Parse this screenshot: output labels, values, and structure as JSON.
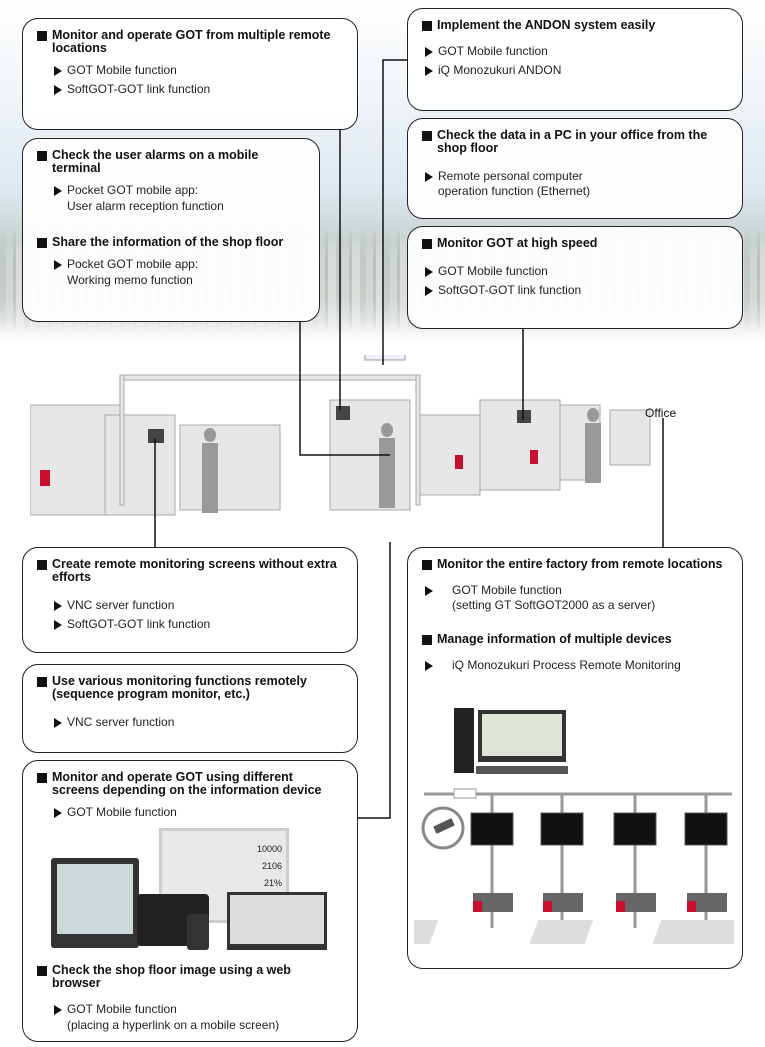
{
  "boxes": {
    "remote_locations": {
      "title": "Monitor and operate GOT from multiple remote locations",
      "items": [
        "GOT Mobile function",
        "SoftGOT-GOT link function"
      ]
    },
    "user_alarms": {
      "title": "Check the user alarms on a mobile terminal",
      "items": [
        "Pocket GOT mobile app:",
        "User alarm reception function"
      ]
    },
    "share_info": {
      "title": "Share the information of the shop floor",
      "items": [
        "Pocket GOT mobile app:",
        "Working memo function"
      ]
    },
    "andon": {
      "title": "Implement the ANDON system easily",
      "items": [
        "GOT Mobile function",
        "iQ Monozukuri ANDON"
      ]
    },
    "pc_office": {
      "title": "Check the data in a PC in your office from the shop floor",
      "items": [
        "Remote personal computer",
        "operation function (Ethernet)"
      ]
    },
    "high_speed": {
      "title": "Monitor GOT at high speed",
      "items": [
        "GOT Mobile function",
        "SoftGOT-GOT link function"
      ]
    },
    "create_screens": {
      "title": "Create remote monitoring screens without extra efforts",
      "items": [
        "VNC server function",
        "SoftGOT-GOT link function"
      ]
    },
    "various_functions": {
      "title": "Use various monitoring functions remotely (sequence program monitor, etc.)",
      "items": [
        "VNC server function"
      ]
    },
    "different_screens": {
      "title": "Monitor and operate GOT using different screens depending on the information device",
      "items": [
        "GOT Mobile function"
      ]
    },
    "web_browser": {
      "title": "Check the shop floor image using a web browser",
      "items": [
        "GOT Mobile function",
        "(placing a hyperlink on a mobile screen)"
      ]
    },
    "entire_factory": {
      "title": "Monitor the entire factory from remote locations",
      "items": [
        "GOT Mobile function",
        "(setting GT SoftGOT2000 as a server)"
      ]
    },
    "multiple_devices": {
      "title": "Manage information of multiple devices",
      "items": [
        "iQ Monozukuri Process Remote Monitoring"
      ]
    }
  },
  "labels": {
    "office": "Office"
  },
  "device_screen": {
    "values": [
      "10000",
      "2106",
      "21%"
    ]
  },
  "colors": {
    "line": "#111111",
    "network": "#999999",
    "plc_red": "#c8102e"
  }
}
